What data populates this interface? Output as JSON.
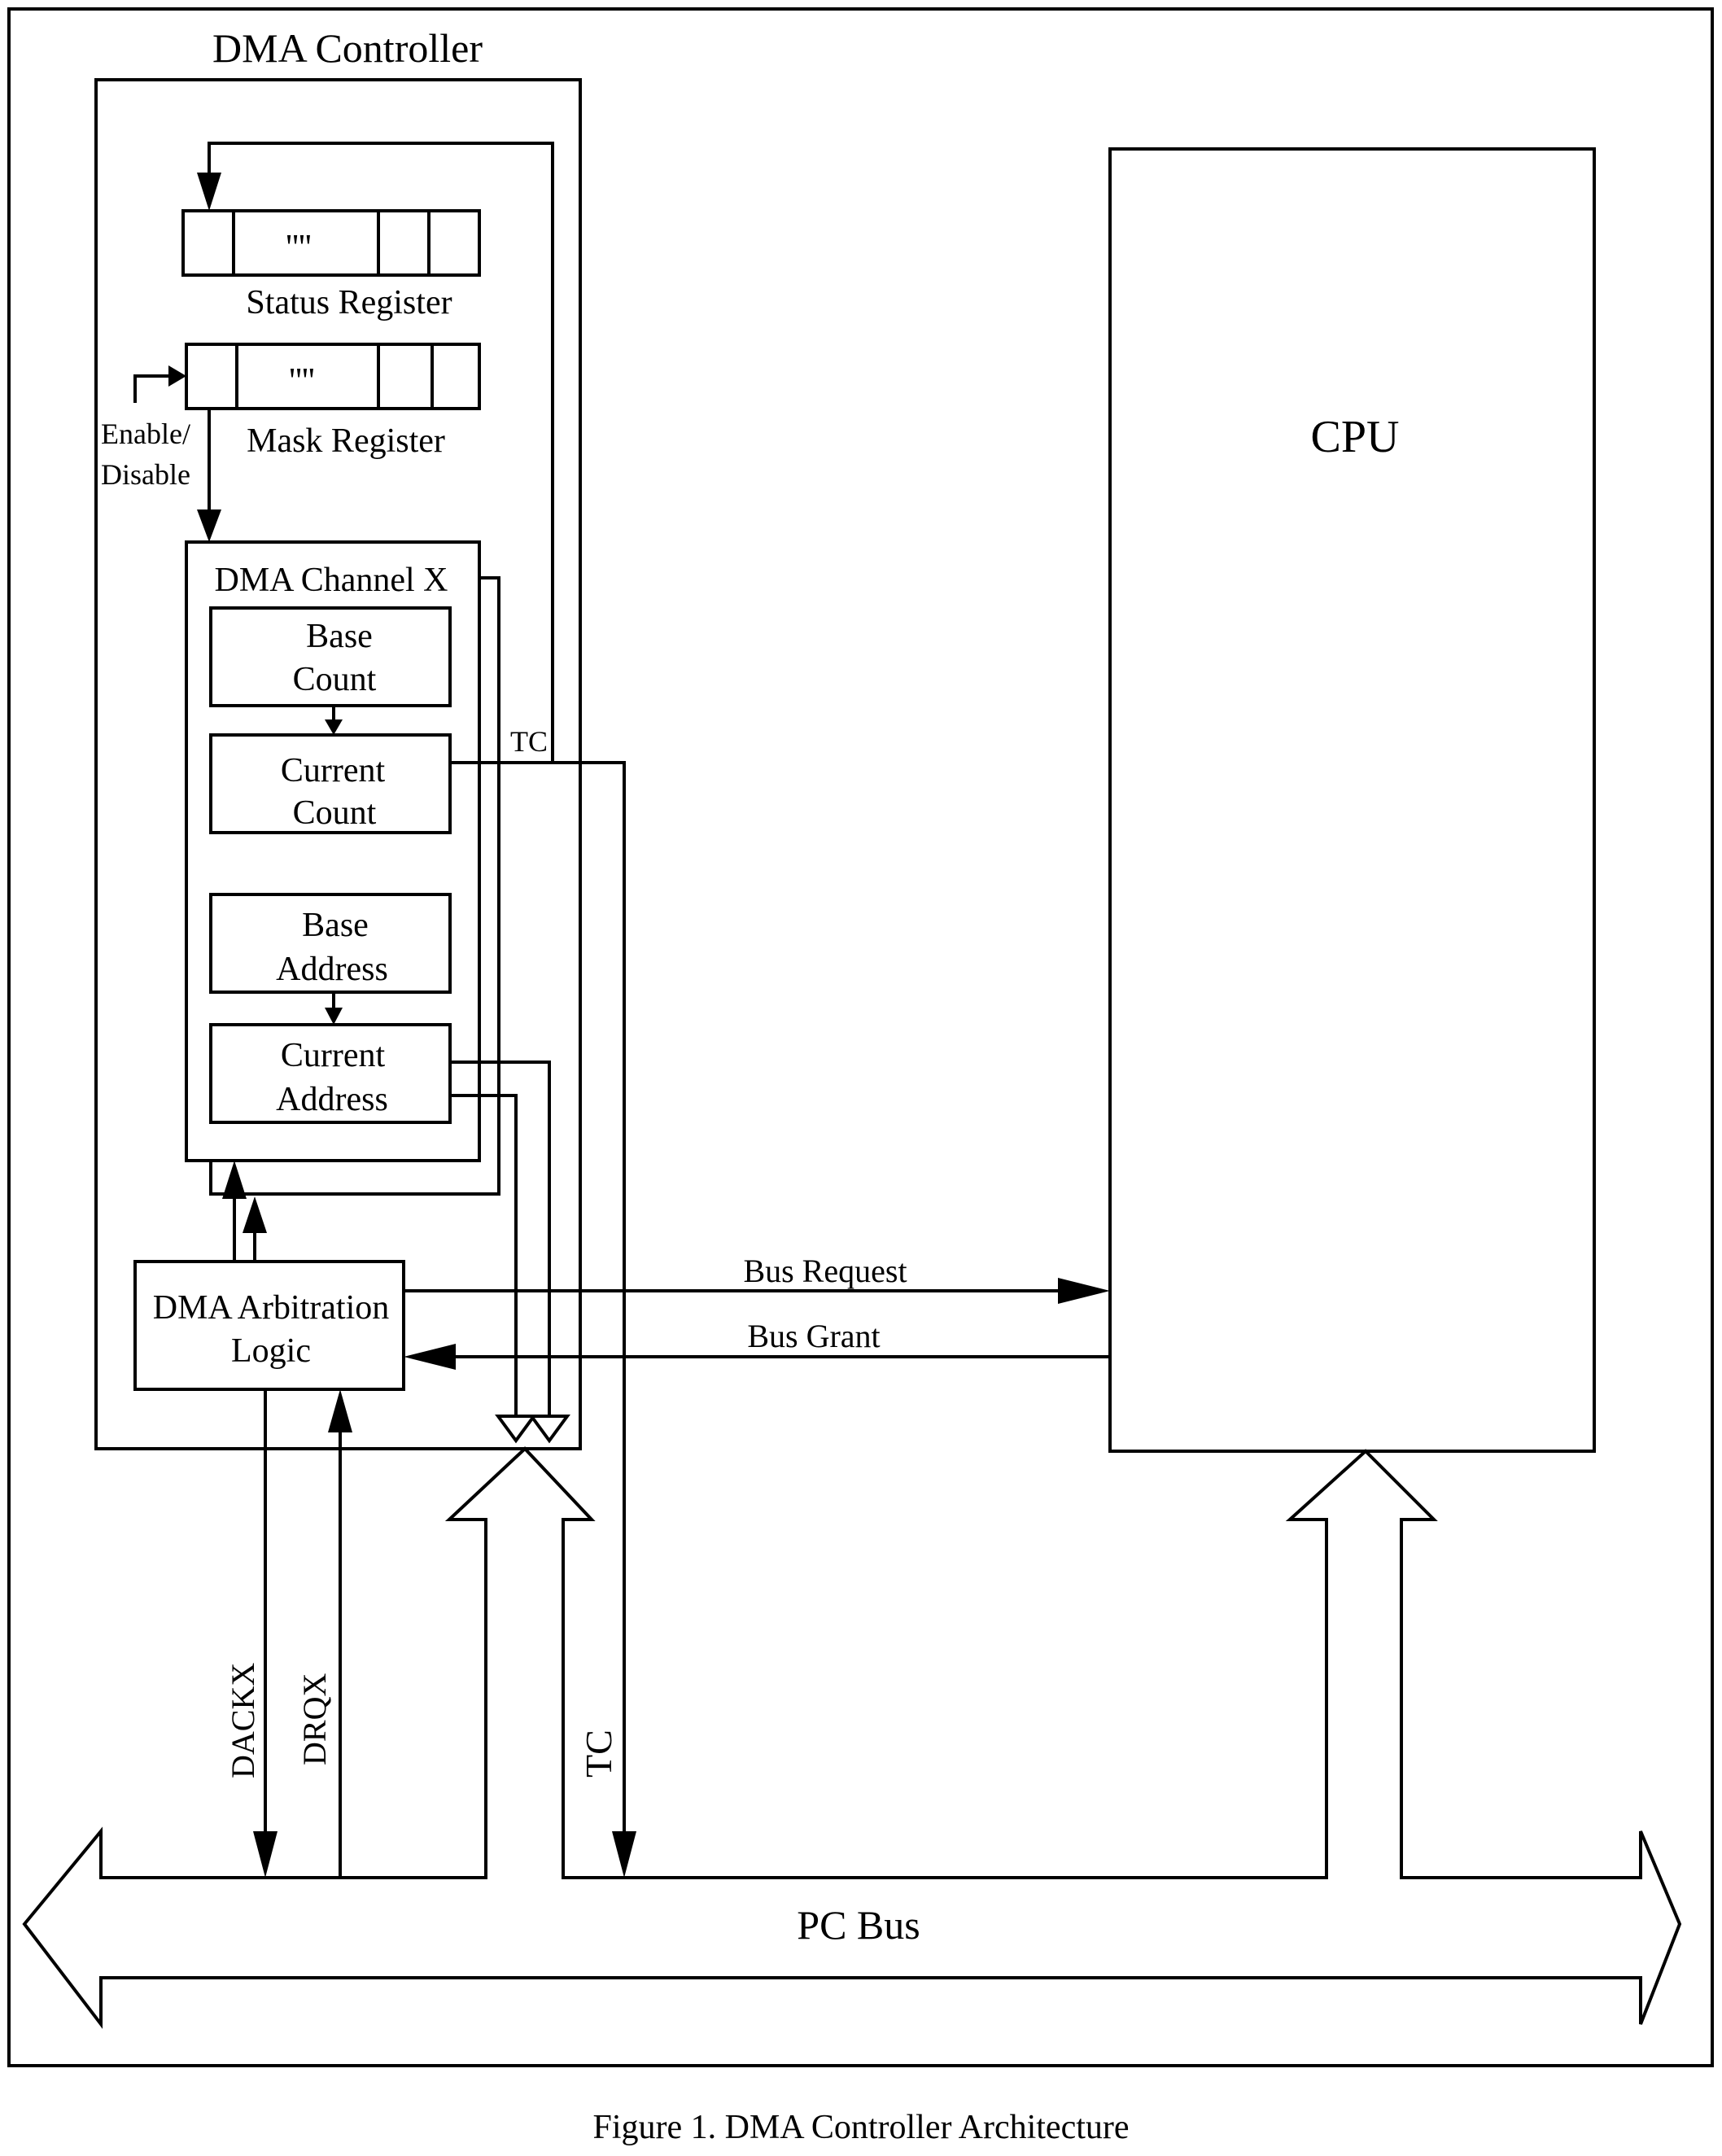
{
  "diagram": {
    "title": "DMA Controller",
    "cpu": "CPU",
    "status_register": "Status Register",
    "mask_register": "Mask Register",
    "register_dots": "''''",
    "enable": "Enable/",
    "disable": "Disable",
    "channel": "DMA Channel  X",
    "base_count": [
      "Base",
      "Count"
    ],
    "current_count": [
      "Current",
      "Count"
    ],
    "base_address": [
      "Base",
      "Address"
    ],
    "current_address": [
      "Current",
      "Address"
    ],
    "tc_top": "TC",
    "arbitration": [
      "DMA Arbitration",
      "Logic"
    ],
    "bus_request": "Bus Request",
    "bus_grant": "Bus Grant",
    "dackx": "DACKX",
    "drqx": "DRQX",
    "tc_bottom": "TC",
    "pc_bus": "PC Bus"
  },
  "caption": "Figure 1.  DMA Controller Architecture"
}
